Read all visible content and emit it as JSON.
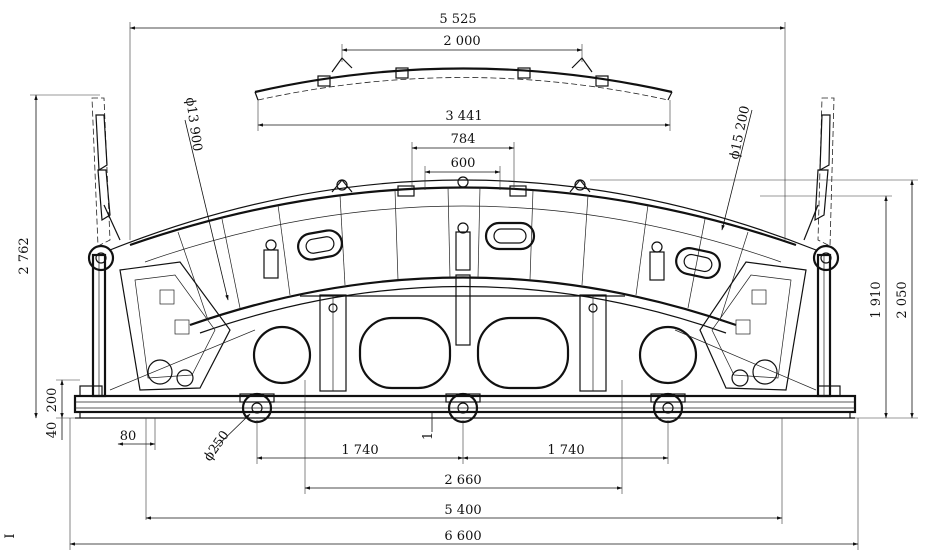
{
  "dimensions": {
    "overall_top": "5 525",
    "top_span": "2 000",
    "top_chord": "3 441",
    "w784": "784",
    "w600": "600",
    "radius_left": "ϕ13 900",
    "radius_right": "ϕ15 200",
    "height_left": "2 762",
    "height_1910": "1 910",
    "height_2050": "2 050",
    "base_200": "200",
    "base_40": "40",
    "offset_80": "80",
    "wheel_dia": "ϕ250",
    "span_left": "1 740",
    "span_right": "1 740",
    "span_2660": "2 660",
    "span_5400": "5 400",
    "overall_bottom": "6 600",
    "marker_1": "1",
    "margin_mark": "I"
  }
}
